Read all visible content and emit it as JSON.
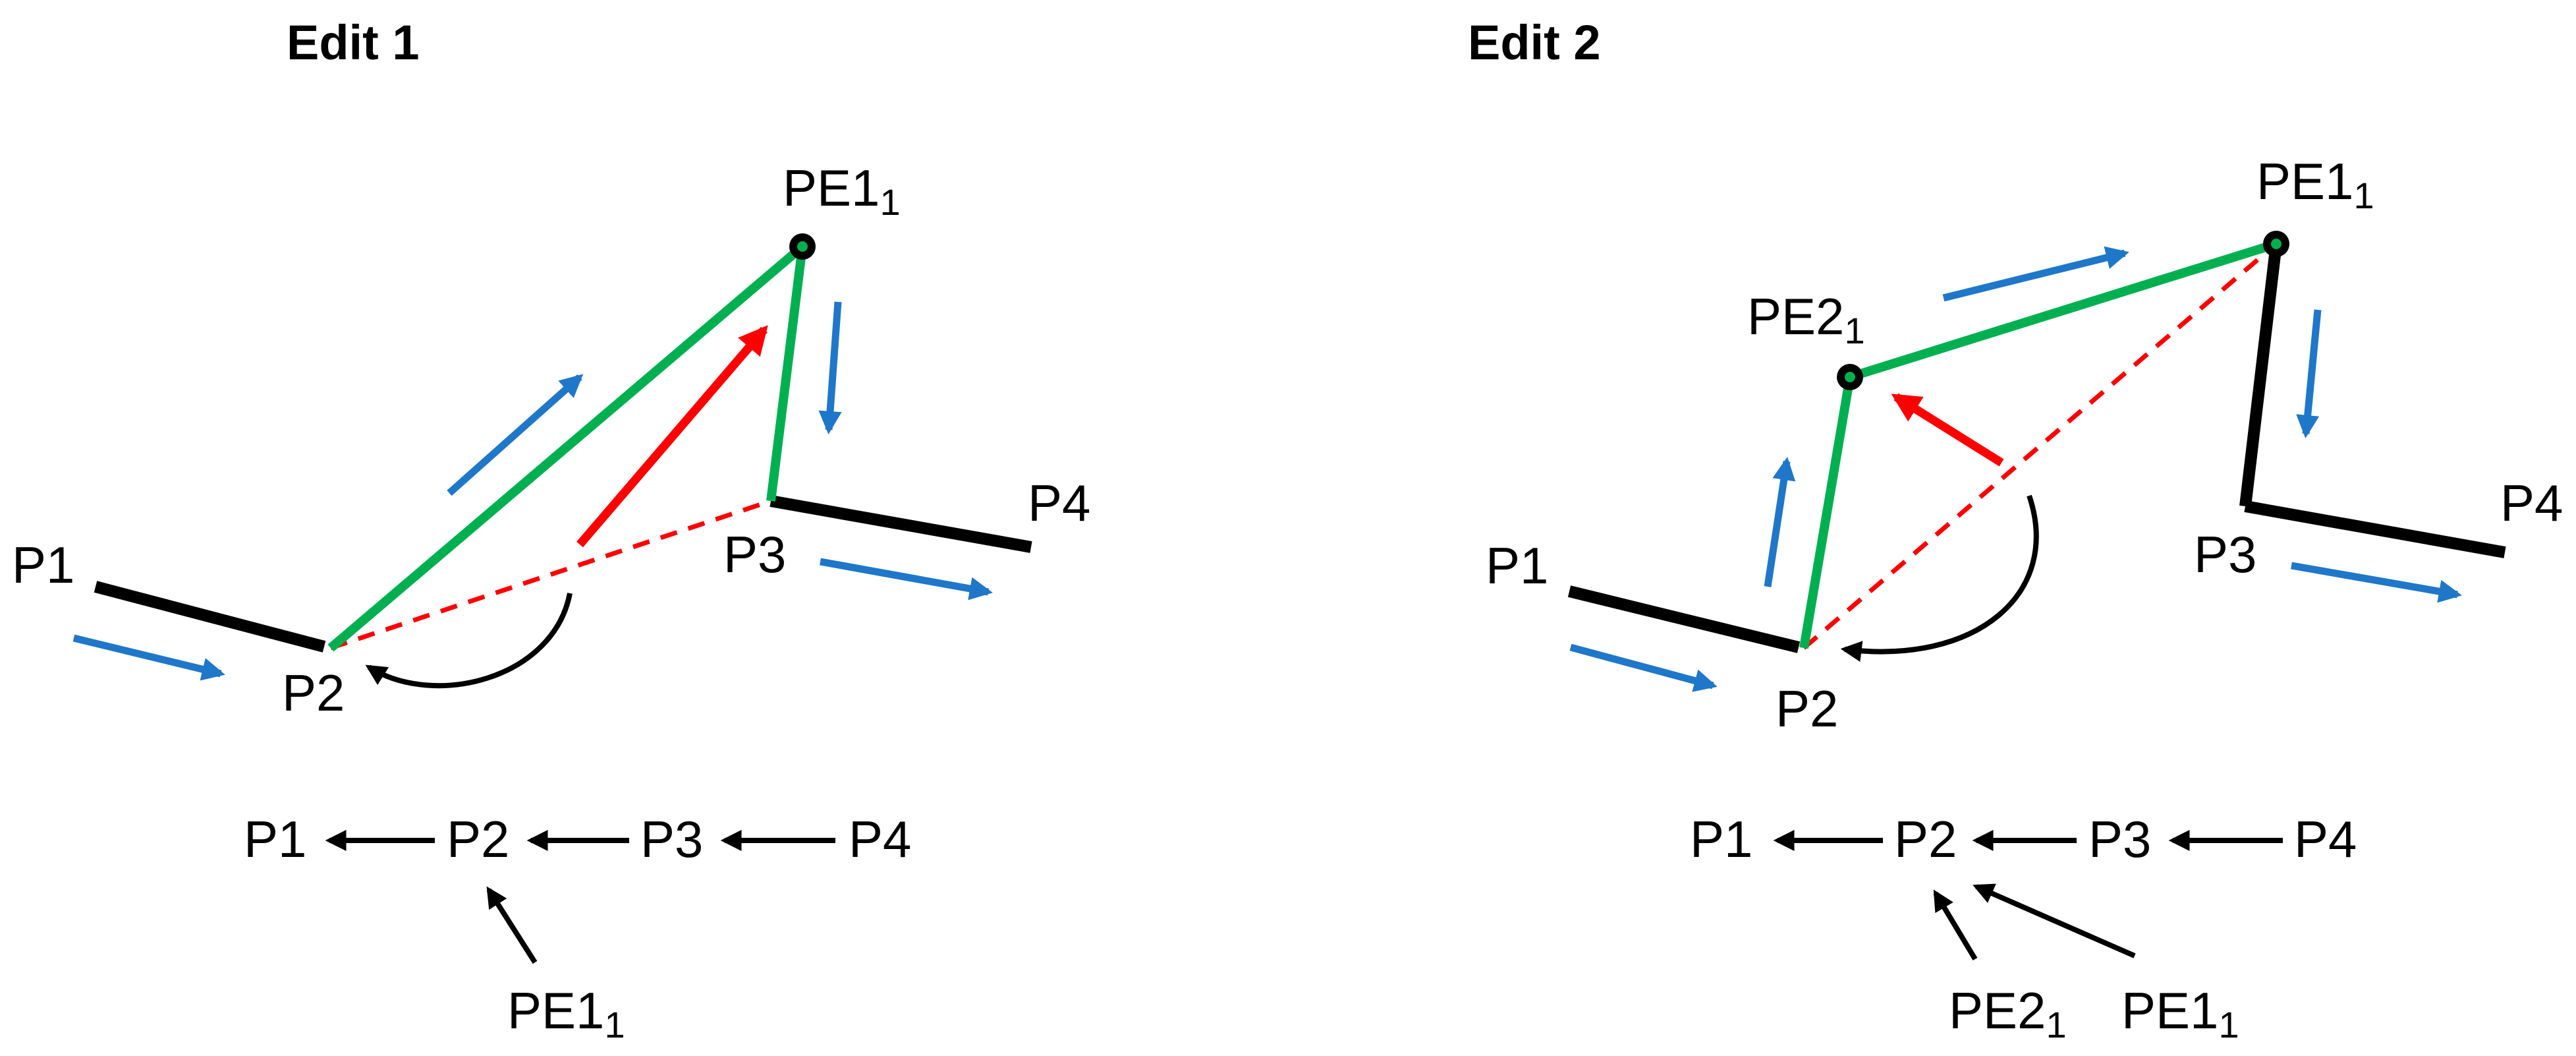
{
  "colors": {
    "path_black": "#000000",
    "path_green": "#00b050",
    "direction_blue": "#1f77c9",
    "edit_red": "#ff0000",
    "dashed_red": "#ff0000",
    "point_center_green": "#00b050"
  },
  "panels": [
    {
      "title": "Edit 1",
      "points": {
        "p1": "P1",
        "p2": "P2",
        "p3": "P3",
        "p4": "P4",
        "pe1": "PE1",
        "pe1_sub": "1"
      },
      "graph": {
        "nodes": [
          "P1",
          "P2",
          "P3",
          "P4"
        ],
        "child": {
          "name": "PE1",
          "sub": "1"
        }
      }
    },
    {
      "title": "Edit 2",
      "points": {
        "p1": "P1",
        "p2": "P2",
        "p3": "P3",
        "p4": "P4",
        "pe1": "PE1",
        "pe1_sub": "1",
        "pe2": "PE2",
        "pe2_sub": "1"
      },
      "graph": {
        "nodes": [
          "P1",
          "P2",
          "P3",
          "P4"
        ],
        "children": [
          {
            "name": "PE2",
            "sub": "1"
          },
          {
            "name": "PE1",
            "sub": "1"
          }
        ]
      }
    }
  ]
}
